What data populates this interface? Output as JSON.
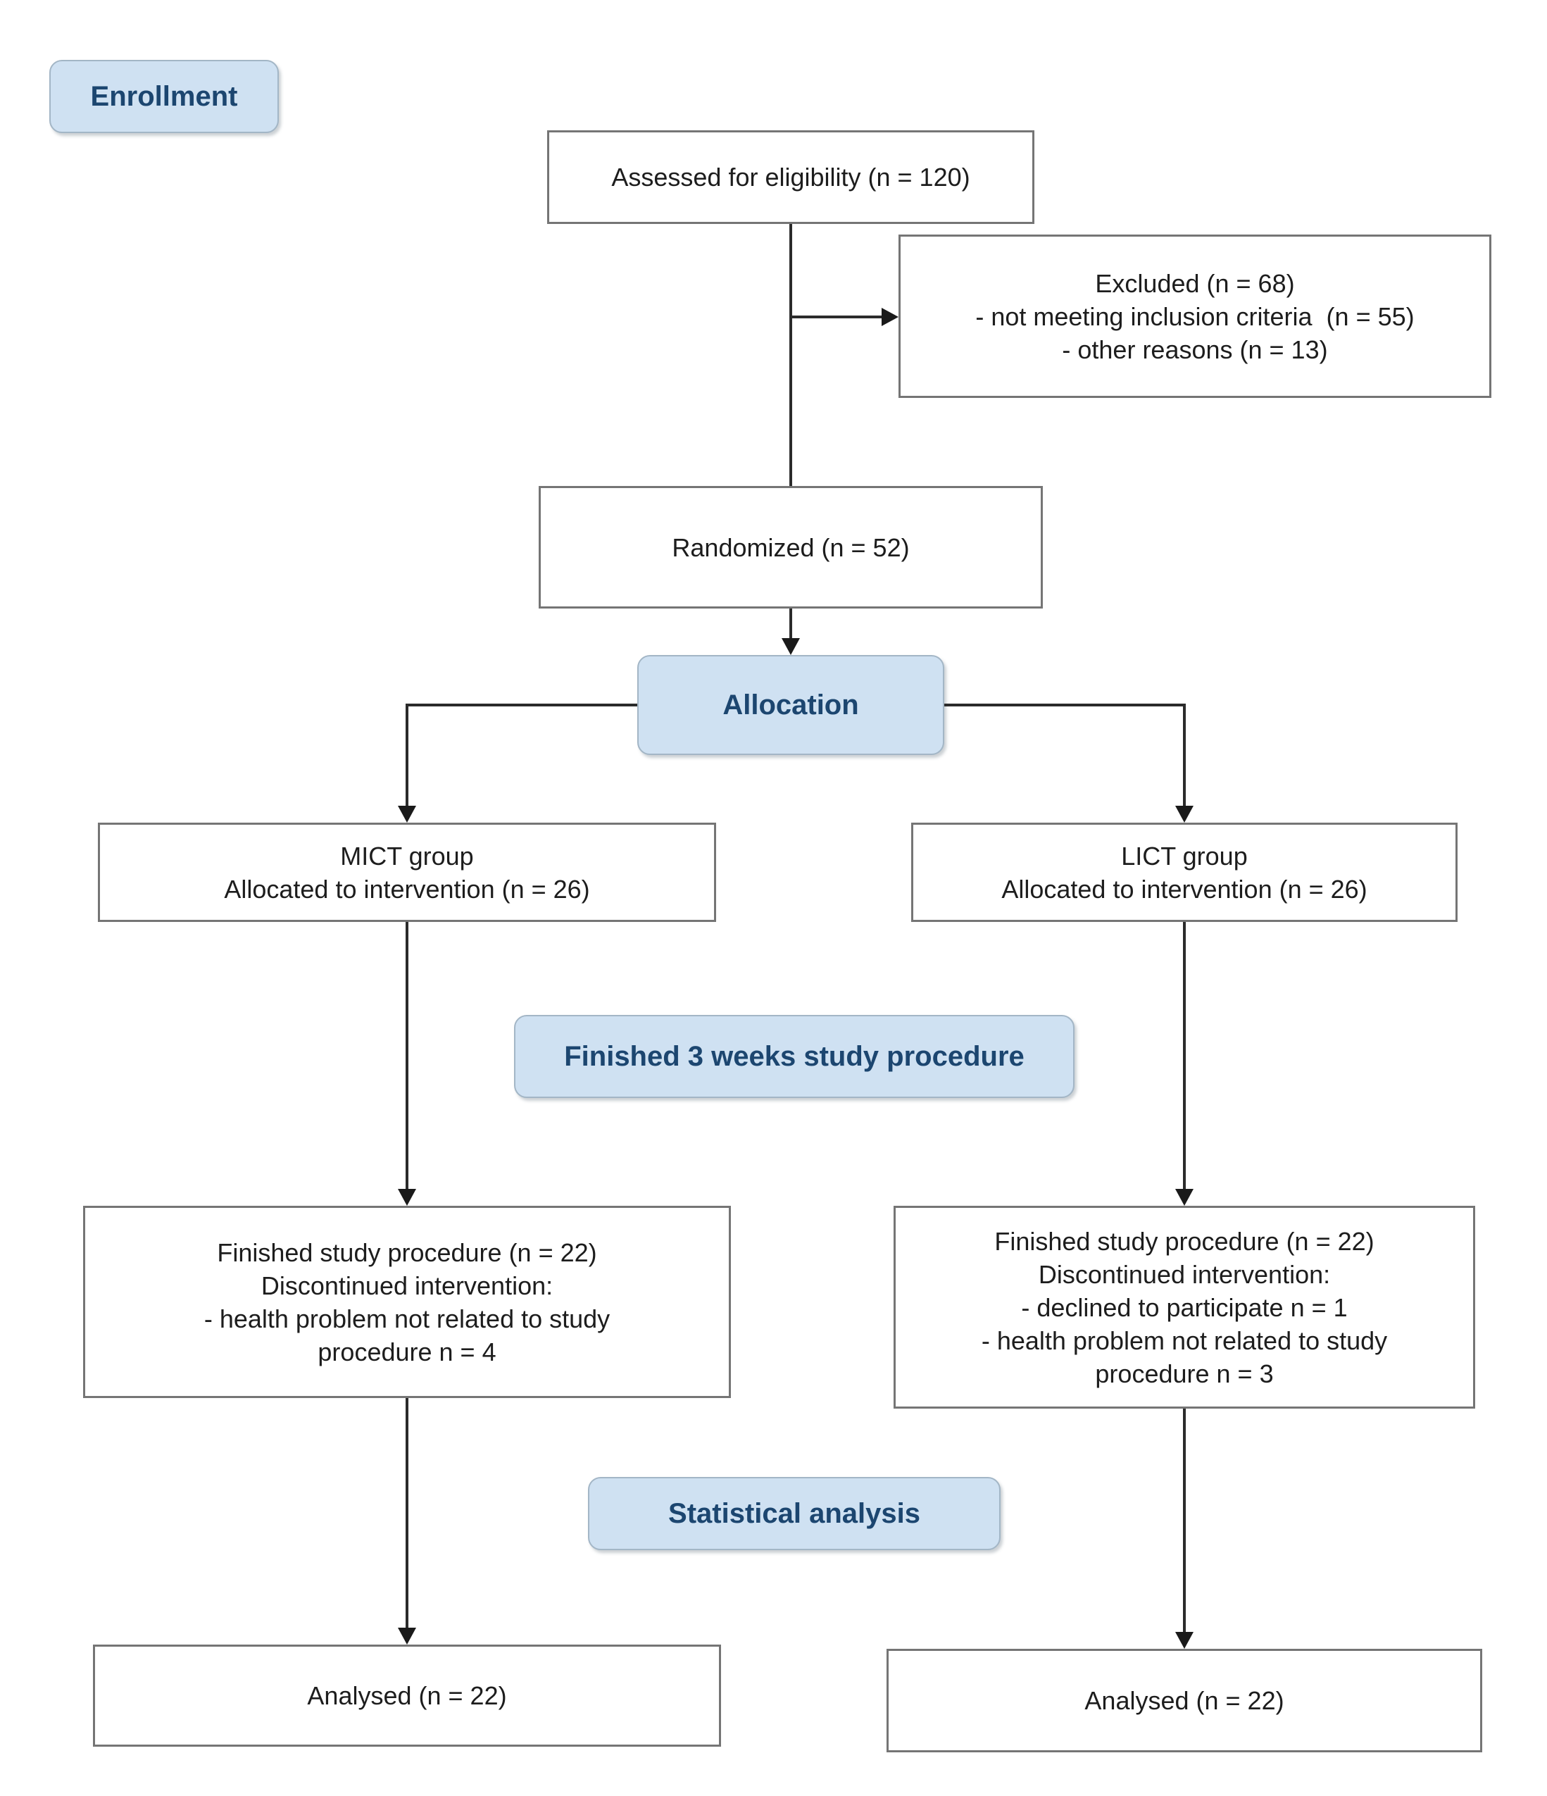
{
  "stages": {
    "enrollment": "Enrollment",
    "allocation": "Allocation",
    "followup": "Finished 3 weeks study procedure",
    "analysis": "Statistical analysis"
  },
  "boxes": {
    "assessed": {
      "lines": [
        "Assessed for eligibility (n = 120)"
      ]
    },
    "excluded": {
      "lines": [
        "Excluded (n = 68)",
        "- not meeting inclusion criteria  (n = 55)",
        "- other reasons (n = 13)"
      ]
    },
    "randomized": {
      "lines": [
        "Randomized (n = 52)"
      ]
    },
    "mict_allocated": {
      "lines": [
        "MICT group",
        "Allocated to intervention (n = 26)"
      ]
    },
    "lict_allocated": {
      "lines": [
        "LICT group",
        "Allocated to intervention (n = 26)"
      ]
    },
    "mict_finished": {
      "lines": [
        "Finished study procedure (n = 22)",
        "Discontinued intervention:",
        "- health problem not related to study",
        "procedure n = 4"
      ]
    },
    "lict_finished": {
      "lines": [
        "Finished study procedure (n = 22)",
        "Discontinued intervention:",
        "- declined to participate n = 1",
        "- health problem not related to study",
        "procedure n = 3"
      ]
    },
    "mict_analysed": {
      "lines": [
        "Analysed (n = 22)"
      ]
    },
    "lict_analysed": {
      "lines": [
        "Analysed (n = 22)"
      ]
    }
  },
  "colors": {
    "stage_fill": "#cfe1f2",
    "stage_border": "#a3b6c6",
    "stage_text": "#1c4670",
    "box_border": "#757575",
    "box_text": "#1d1d1d",
    "connector": "#2b2b2b"
  }
}
